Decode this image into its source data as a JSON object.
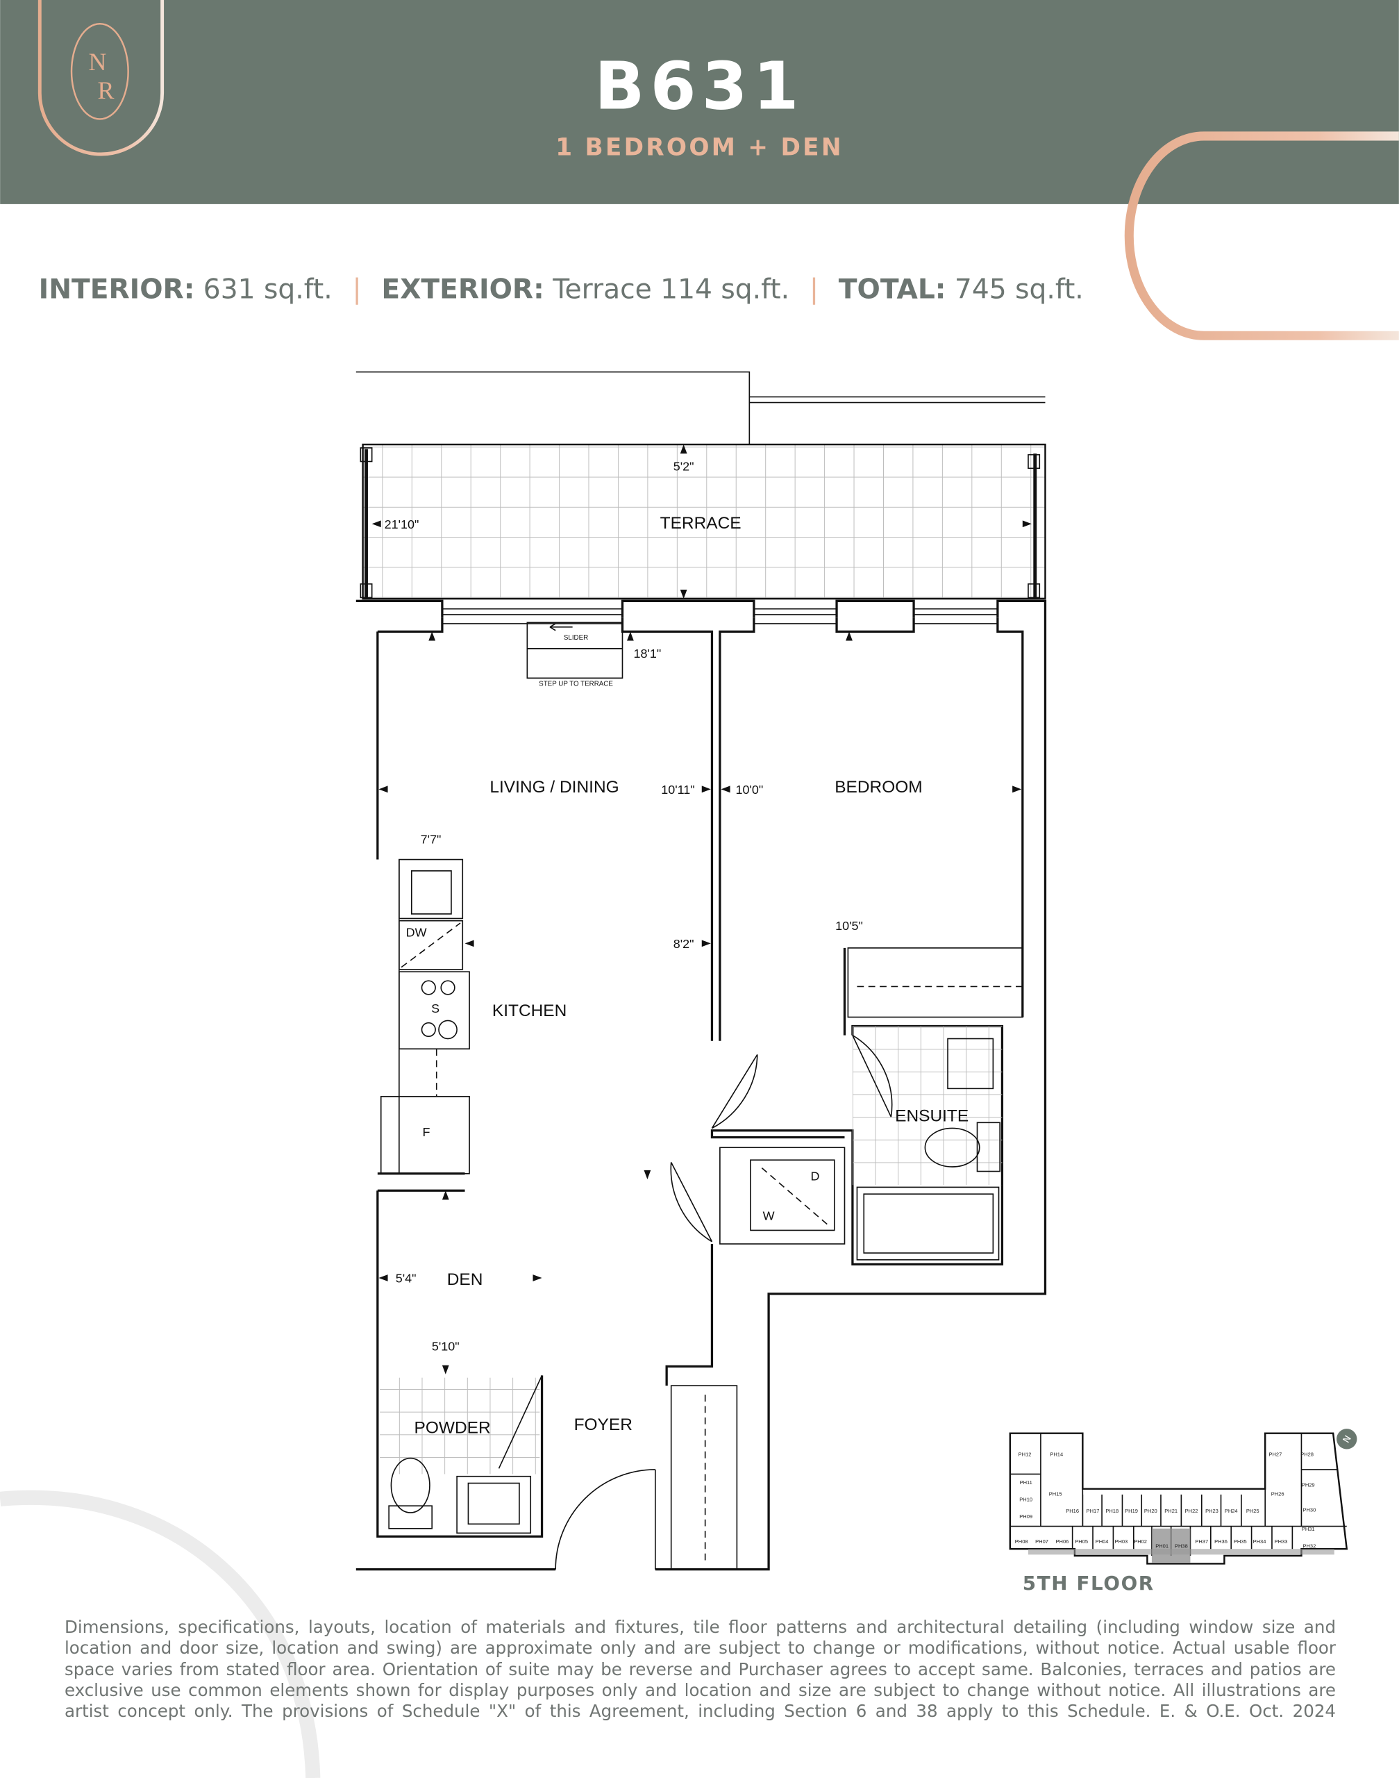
{
  "header": {
    "unit_name": "B631",
    "unit_type": "1 BEDROOM + DEN",
    "logo_letters": "NR",
    "colors": {
      "band": "#6a786f",
      "copper": "#e9b59a",
      "text_gray": "#6c7571"
    }
  },
  "areas": {
    "interior_label": "INTERIOR:",
    "interior_value": "631 sq.ft.",
    "exterior_label": "EXTERIOR:",
    "exterior_value": "Terrace  114 sq.ft.",
    "total_label": "TOTAL:",
    "total_value": "745 sq.ft.",
    "separator": "|"
  },
  "plan": {
    "rooms": {
      "terrace": "TERRACE",
      "living_dining": "LIVING / DINING",
      "bedroom": "BEDROOM",
      "kitchen": "KITCHEN",
      "ensuite": "ENSUITE",
      "den": "DEN",
      "powder": "POWDER",
      "foyer": "FOYER"
    },
    "fixtures": {
      "slider": "SLIDER",
      "step_up": "STEP UP TO TERRACE",
      "dishwasher": "DW",
      "stove": "S",
      "fridge": "F",
      "dryer": "D",
      "washer": "W"
    },
    "dimensions": {
      "terrace_depth": "5'2\"",
      "terrace_width": "21'10\"",
      "living_depth": "18'1\"",
      "living_width": "10'11\"",
      "bedroom_width": "10'0\"",
      "kitchen_width": "7'7\"",
      "kitchen_depth": "8'2\"",
      "bedroom_depth": "10'5\"",
      "den_width": "5'4\"",
      "den_depth": "5'10\""
    }
  },
  "keyplan": {
    "floor_label": "5TH FLOOR",
    "highlighted": [
      "PH01",
      "PH38"
    ],
    "units": [
      "PH01",
      "PH02",
      "PH03",
      "PH04",
      "PH05",
      "PH06",
      "PH07",
      "PH08",
      "PH09",
      "PH10",
      "PH11",
      "PH12",
      "PH14",
      "PH15",
      "PH16",
      "PH17",
      "PH18",
      "PH19",
      "PH20",
      "PH21",
      "PH22",
      "PH23",
      "PH24",
      "PH25",
      "PH26",
      "PH27",
      "PH28",
      "PH29",
      "PH30",
      "PH31",
      "PH32",
      "PH33",
      "PH34",
      "PH35",
      "PH36",
      "PH37",
      "PH38"
    ]
  },
  "disclaimer": "Dimensions, specifications, layouts, location of materials and fixtures, tile floor patterns and architectural detailing (including window size and location and door size, location and swing) are approximate only and are subject to change or modifications, without notice. Actual usable floor space varies from stated floor area. Orientation of suite may be reverse and Purchaser agrees to accept same. Balconies, terraces and patios are exclusive use common elements shown for display purposes only and location and size are subject to change without notice. All illustrations are artist concept only. The provisions of Schedule \"X\" of this Agreement, including Section 6 and 38 apply to this Schedule. E. & O.E. Oct. 2024"
}
